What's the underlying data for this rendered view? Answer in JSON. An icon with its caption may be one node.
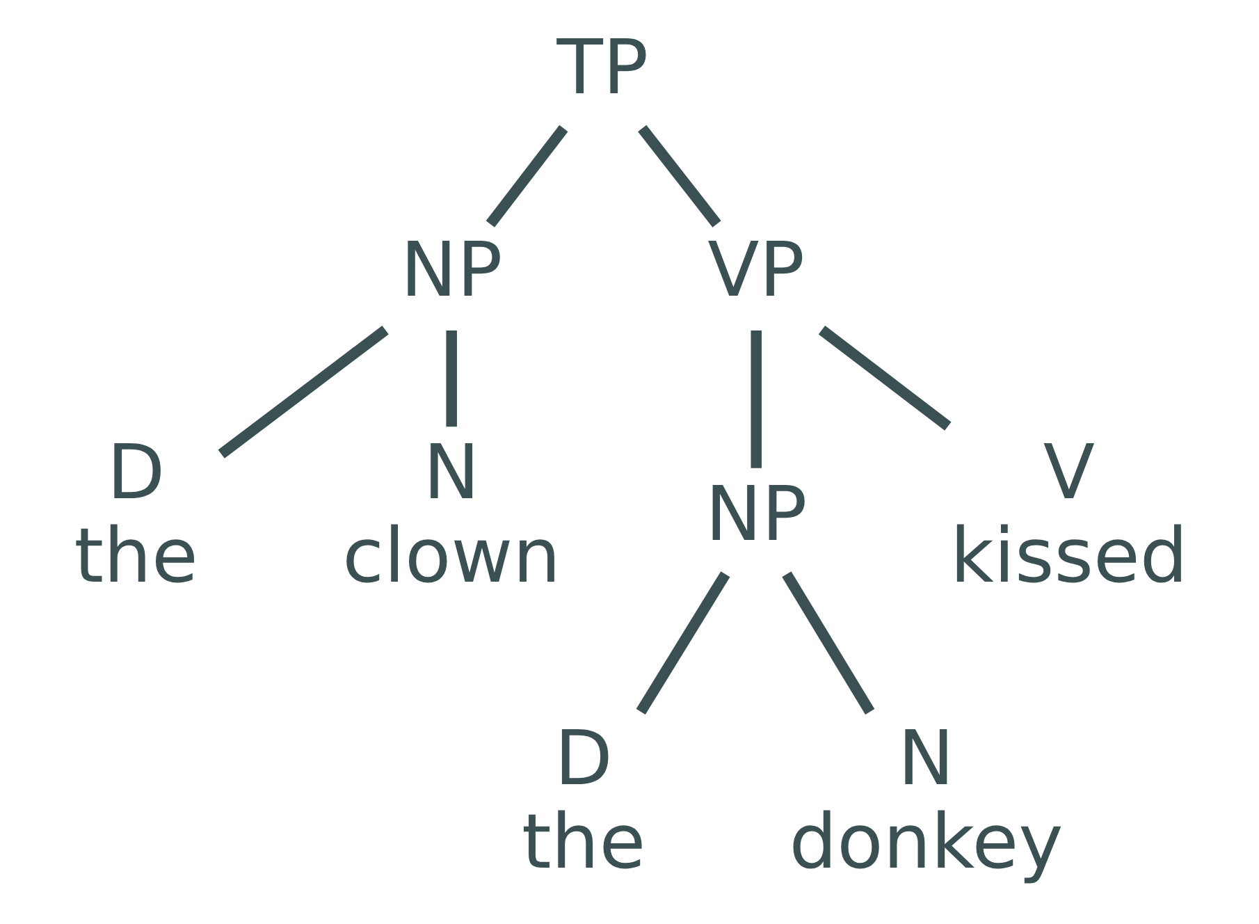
{
  "diagram": {
    "nodes": [
      {
        "text": [
          "TP"
        ]
      },
      {
        "text": [
          "NP"
        ]
      },
      {
        "text": [
          "VP"
        ]
      },
      {
        "text": [
          "D",
          "the"
        ]
      },
      {
        "text": [
          "N",
          "clown"
        ]
      },
      {
        "text": [
          "NP"
        ]
      },
      {
        "text": [
          "V",
          "kissed"
        ]
      },
      {
        "text": [
          "D",
          "the"
        ]
      },
      {
        "text": [
          "N",
          "donkey"
        ]
      }
    ],
    "edges": [
      {
        "from": 0,
        "to": 1,
        "arrow": "none"
      },
      {
        "from": 0,
        "to": 2,
        "arrow": "none"
      },
      {
        "from": 1,
        "to": 3,
        "arrow": "none"
      },
      {
        "from": 1,
        "to": 4,
        "arrow": "none"
      },
      {
        "from": 2,
        "to": 6,
        "arrow": "none"
      },
      {
        "from": 2,
        "to": 5,
        "arrow": "none"
      },
      {
        "from": 5,
        "to": 7,
        "arrow": "none"
      },
      {
        "from": 5,
        "to": 8,
        "arrow": "none"
      }
    ]
  }
}
